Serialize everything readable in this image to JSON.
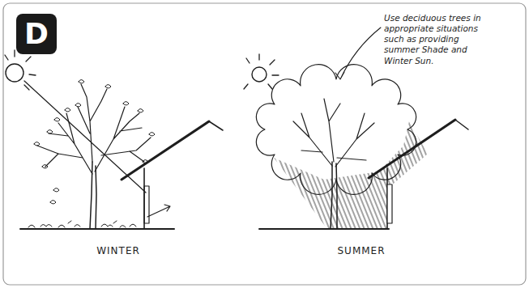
{
  "diagram": {
    "nodes": [
      {
        "text": [
          "D"
        ]
      }
    ],
    "labels": [
      "WINTER",
      "SUMMER",
      "Use deciduous trees in appropriate situations such as providing summer Shade and Winter Sun."
    ]
  }
}
